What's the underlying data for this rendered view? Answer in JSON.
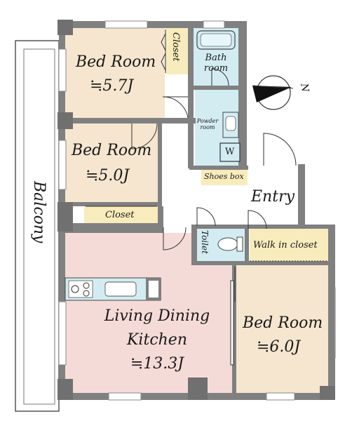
{
  "rooms": {
    "bedroom_nw": {
      "name": "Bed Room",
      "size": "≒5.7J"
    },
    "bedroom_w": {
      "name": "Bed Room",
      "size": "≒5.0J"
    },
    "ldk": {
      "name_line1": "Living Dining",
      "name_line2": "Kitchen",
      "size": "≒13.3J"
    },
    "bedroom_se": {
      "name": "Bed Room",
      "size": "≒6.0J"
    }
  },
  "labels": {
    "closet_nw": "Closet",
    "closet_w": "Closet",
    "bath": "Bath room",
    "powder_room": "Powder room",
    "washer": "W",
    "shoes_box": "Shoes box",
    "entry": "Entry",
    "toilet": "Toilet",
    "walk_in_closet": "Walk in closet",
    "balcony": "Balcony",
    "north": "N"
  },
  "colors": {
    "wall": "#808080",
    "bedroom": "#f6e6cf",
    "ldk": "#f5dbd8",
    "wet": "#d2ecf2",
    "closet": "#f8ecbd",
    "floor": "#ffffff"
  }
}
